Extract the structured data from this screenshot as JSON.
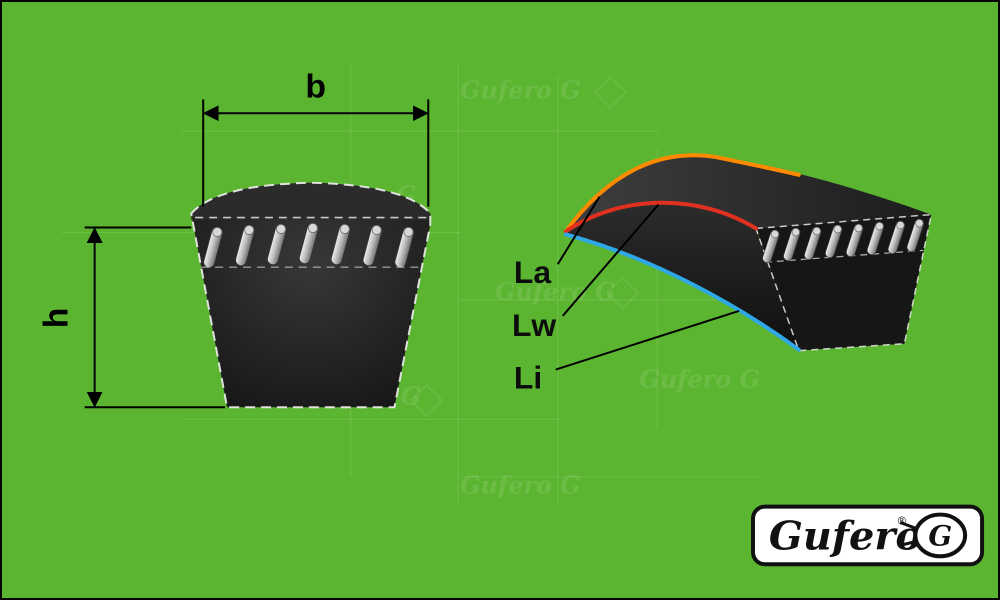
{
  "colors": {
    "background": "#5cb531",
    "belt": "#1c1c1c",
    "outline": "#f0f0f0",
    "la_stripe": "#ff8a00",
    "lw_stripe": "#e03020",
    "li_stripe": "#2fa8e8"
  },
  "cross_section": {
    "width_label": "b",
    "height_label": "h"
  },
  "belt_view": {
    "outer_length_label": "La",
    "pitch_length_label": "Lw",
    "inner_length_label": "Li"
  },
  "logo": {
    "brand": "Gufero",
    "registered_mark": "®",
    "badge_letter": "G"
  },
  "watermark": {
    "text": "Gufero G"
  }
}
